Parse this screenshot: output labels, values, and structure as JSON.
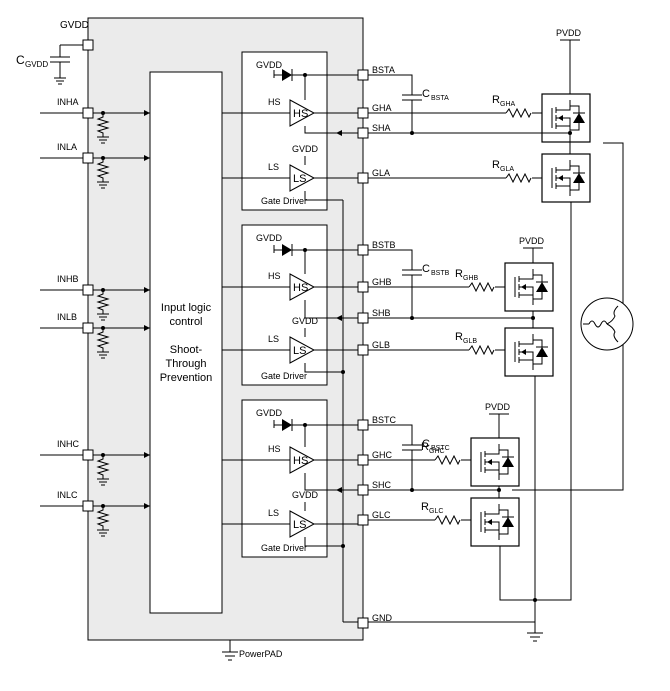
{
  "ic": {
    "supply_pin": "GVDD",
    "cap_main": "C",
    "cap_sub": "GVDD",
    "logic_title": "Input logic control",
    "logic_title_lines": [
      "Input logic",
      "control"
    ],
    "logic_sub_lines": [
      "Shoot-",
      "Through",
      "Prevention"
    ],
    "powerpad": "PowerPAD",
    "gnd_pin": "GND"
  },
  "inputs": [
    "INHA",
    "INLA",
    "INHB",
    "INLB",
    "INHC",
    "INLC"
  ],
  "phases": [
    {
      "gvdd_top": "GVDD",
      "gvdd_ls": "GVDD",
      "hs": "HS",
      "ls": "LS",
      "driver_label": "Gate Driver",
      "pins": {
        "bst": "BSTA",
        "gh": "GHA",
        "sh": "SHA",
        "gl": "GLA"
      },
      "cbst_main": "C",
      "cbst_sub": "BSTA",
      "rgh_main": "R",
      "rgh_sub": "GHA",
      "rgl_main": "R",
      "rgl_sub": "GLA"
    },
    {
      "gvdd_top": "GVDD",
      "gvdd_ls": "GVDD",
      "hs": "HS",
      "ls": "LS",
      "driver_label": "Gate Driver",
      "pins": {
        "bst": "BSTB",
        "gh": "GHB",
        "sh": "SHB",
        "gl": "GLB"
      },
      "cbst_main": "C",
      "cbst_sub": "BSTB",
      "rgh_main": "R",
      "rgh_sub": "GHB",
      "rgl_main": "R",
      "rgl_sub": "GLB"
    },
    {
      "gvdd_top": "GVDD",
      "gvdd_ls": "GVDD",
      "hs": "HS",
      "ls": "LS",
      "driver_label": "Gate Driver",
      "pins": {
        "bst": "BSTC",
        "gh": "GHC",
        "sh": "SHC",
        "gl": "GLC"
      },
      "cbst_main": "C",
      "cbst_sub": "BSTC",
      "rgh_main": "R",
      "rgh_sub": "GHC",
      "rgl_main": "R",
      "rgl_sub": "GLC"
    }
  ],
  "pvdd": [
    "PVDD",
    "PVDD",
    "PVDD"
  ]
}
